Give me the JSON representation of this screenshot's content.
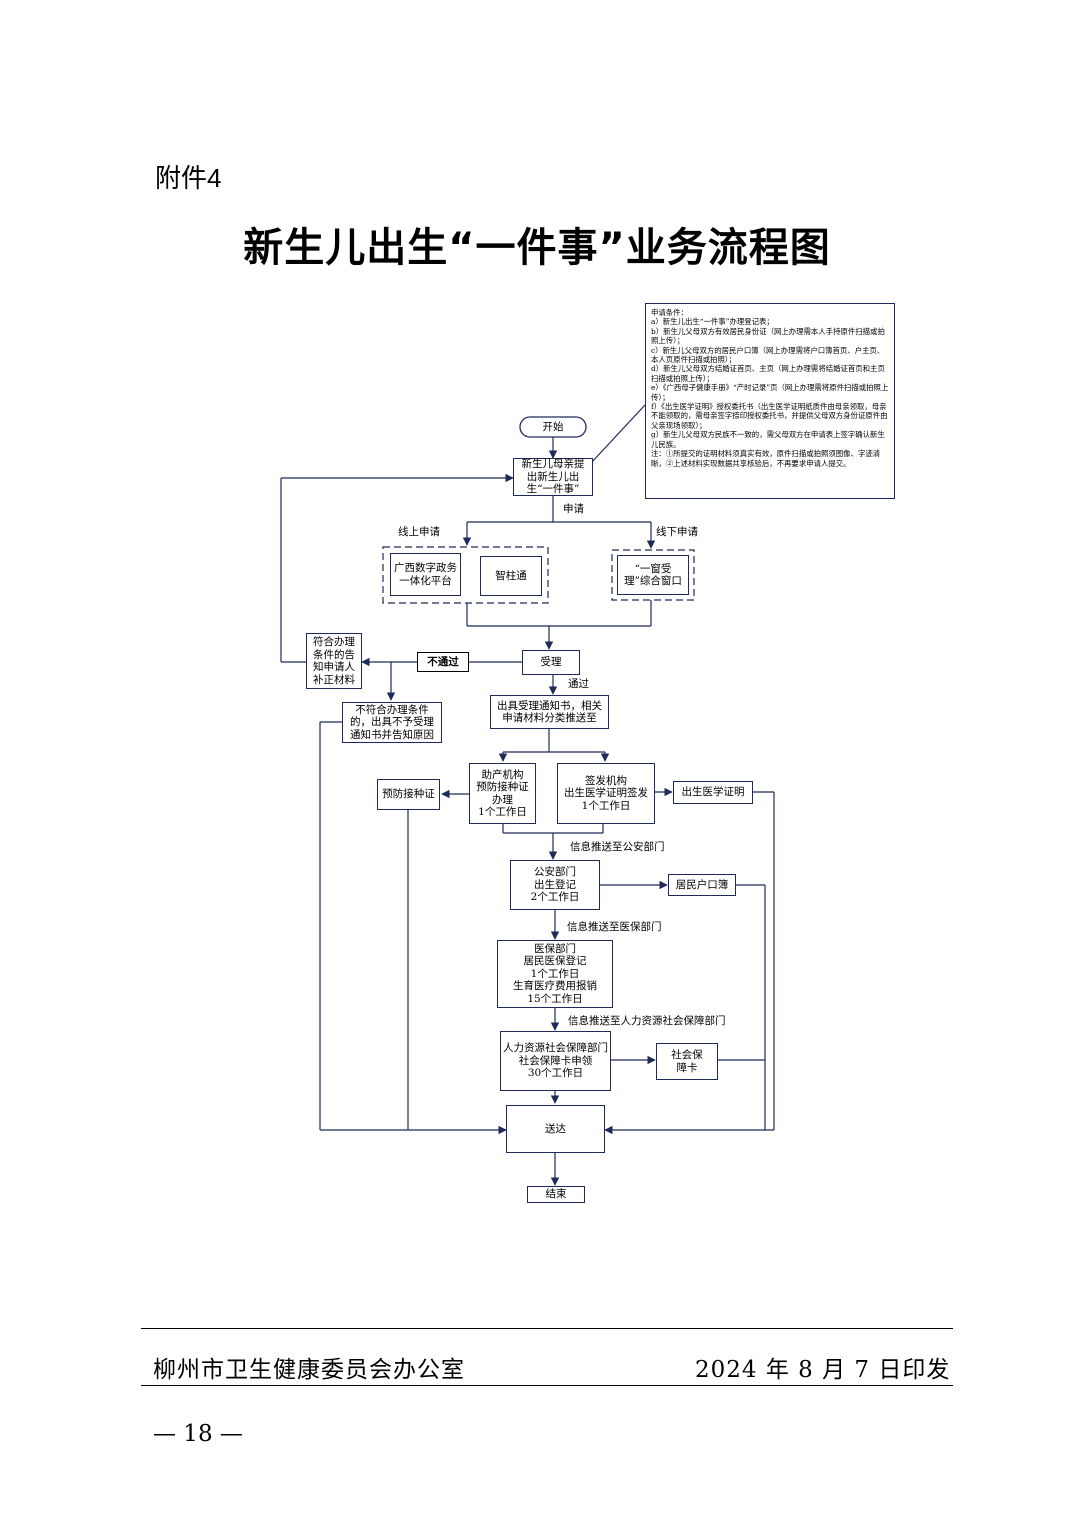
{
  "annex_label": "附件4",
  "title": "新生儿出生“一件事”业务流程图",
  "conditions": [
    "申请条件：",
    "a）新生儿出生“一件事”办理登记表；",
    "b）新生儿父母双方有效居民身份证（网上办理需本人手持原件扫描或拍照上传）；",
    "c）新生儿父母双方的居民户口簿（网上办理需将户口簿首页、户主页、本人页原件扫描或拍照）；",
    "d）新生儿父母双方结婚证首页、主页（网上办理需将结婚证首页和主页扫描或拍照上传）；",
    "e）《广西母子健康手册》“产时记录”页（网上办理需将原件扫描或拍照上传）；",
    "f）《出生医学证明》授权委托书（出生医学证明纸质件由母亲领取，母亲不能领取的，需母亲签字捺印授权委托书，并提供父母双方身份证原件由父亲现场领取）；",
    "g）新生儿父母双方民族不一致的，需父母双方在申请表上签字确认新生儿民族。",
    "注：①所提交的证明材料须真实有效，原件扫描或拍照须图像、字迹清晰，②上述材料实现数据共享核验后，不再要求申请人提交。"
  ],
  "nodes": {
    "start": "开始",
    "apply": "新生儿母亲提\n出新生儿出\n生“一件事”",
    "gx_platform": "广西数字政务\n一体化平台",
    "zhiliutong": "智柱通",
    "window": "“一窗受\n理”综合窗口",
    "accept": "受理",
    "reject": "不通过",
    "notify_fix": "符合办理\n条件的告\n知申请人\n补正材料",
    "not_meet": "不符合办理条件\n的，出具不予受理\n通知书并告知原因",
    "accept_notice": "出具受理通知书，相关\n申请材料分类推送至",
    "midwife": "助产机构\n预防接种证\n办理\n1个工作日",
    "issuer": "签发机构\n出生医学证明签发\n1个工作日",
    "vaccine_cert": "预防接种证",
    "birth_cert": "出生医学证明",
    "police": "公安部门\n出生登记\n2个工作日",
    "hukou": "居民户口簿",
    "medical": "医保部门\n居民医保登记\n1个工作日\n生育医疗费用报销\n15个工作日",
    "hr": "人力资源社会保障部门\n社会保障卡申领\n30个工作日",
    "social_card": "社会保\n障卡",
    "deliver": "送达",
    "end": "结束"
  },
  "labels": {
    "apply_edge": "申请",
    "online": "线上申请",
    "offline": "线下申请",
    "pass": "通过",
    "push_police": "信息推送至公安部门",
    "push_medical": "信息推送至医保部门",
    "push_hr": "信息推送至人力资源社会保障部门"
  },
  "footer": {
    "issuer": "柳州市卫生健康委员会办公室",
    "date": "2024 年 8 月 7 日印发",
    "page": "— 18 —"
  }
}
